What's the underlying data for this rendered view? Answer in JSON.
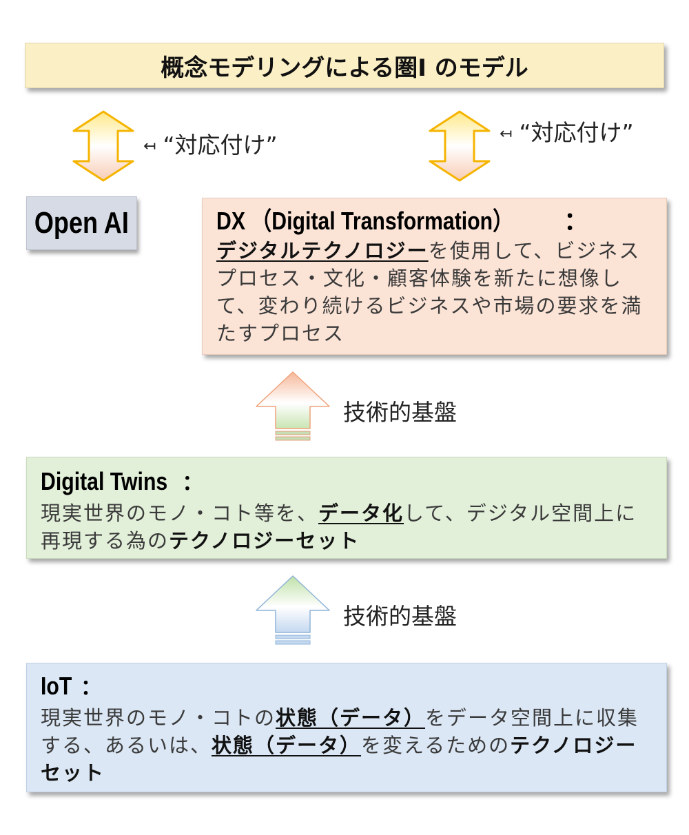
{
  "title": "概念モデリングによる圏I のモデル",
  "correspondence": {
    "left_label": "“対応付け”",
    "right_label": "“対応付け”",
    "return_glyph": "↤"
  },
  "openai": {
    "label": "Open AI"
  },
  "dx": {
    "heading": "DX（Digital Transformation）：",
    "heading_main": "DX",
    "heading_paren": "（Digital Transformation）",
    "heading_colon": "：",
    "term": "デジタルテクノロジー",
    "rest": "を使用して、ビジネスプロセス・文化・顧客体験を新たに想像して、変わり続けるビジネスや市場の要求を満たすプロセス"
  },
  "foundation_label_1": "技術的基盤",
  "digital_twins": {
    "heading": "Digital Twins",
    "colon": "：",
    "text1": "現実世界のモノ・コト等を、",
    "term": "データ化",
    "text2": "して、デジタル空間上に再現する為の",
    "term2": "テクノロジーセット"
  },
  "foundation_label_2": "技術的基盤",
  "iot": {
    "heading": "IoT",
    "colon": "：",
    "text1": "現実世界のモノ・コトの",
    "term1": "状態（データ）",
    "text2": "をデータ空間上に収集する、あるいは、",
    "term2": "状態（データ）",
    "text3": "を変えるための",
    "term3": "テクノロジーセット"
  },
  "colors": {
    "title_bg": "#fbefc6",
    "openai_bg": "#d6dbe5",
    "dx_bg": "#fbe3d6",
    "dt_bg": "#e2efd9",
    "iot_bg": "#dbe7f5",
    "double_arrow": "#f5b400"
  }
}
